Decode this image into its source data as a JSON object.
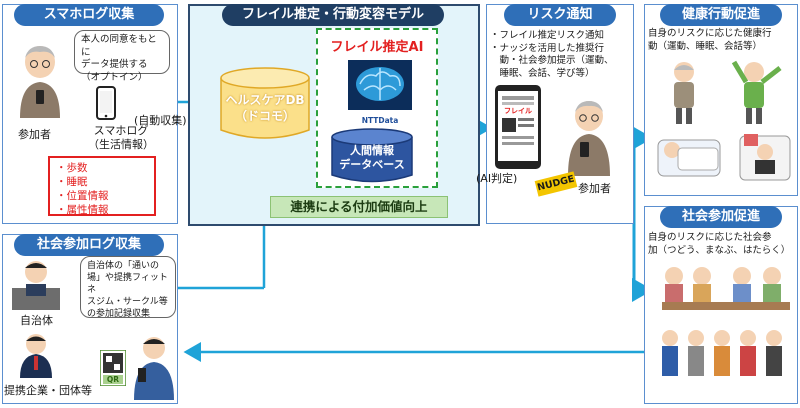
{
  "smartphone_log": {
    "title": "スマホログ収集",
    "consent_bubble": "本人の同意をもとに\nデータ提供する\n（オプトイン）",
    "participant_label": "参加者",
    "phone_label": "スマホログ\n（生活情報）",
    "data_items": [
      "・歩数",
      "・睡眠",
      "・位置情報",
      "・属性情報"
    ],
    "auto_collect_label": "(自動収集)"
  },
  "model": {
    "title": "フレイル推定・行動変容モデル",
    "healthcare_db_line1": "ヘルスケアDB",
    "healthcare_db_line2": "（ドコモ）",
    "ai_title": "フレイル推定AI",
    "nttdata_logo": "NTTData",
    "human_db_line1": "人間情報",
    "human_db_line2": "データベース",
    "value_banner": "連携による付加価値向上"
  },
  "risk": {
    "title": "リスク通知",
    "bullets": [
      "・フレイル推定リスク通知",
      "・ナッジを活用した推奨行",
      "　動・社会参加提示（運動、",
      "　睡眠、会話、学び等）"
    ],
    "phone_screen_label": "フレイル",
    "ai_judgement_label": "(AI判定)",
    "nudge_label": "NUDGE",
    "participant_label": "参加者"
  },
  "health_action": {
    "title": "健康行動促進",
    "description": "自身のリスクに応じた健康行\n動（運動、睡眠、会話等）"
  },
  "social_participation": {
    "title": "社会参加促進",
    "description": "自身のリスクに応じた社会参\n加（つどう、まなぶ、はたらく）"
  },
  "social_log": {
    "title": "社会参加ログ収集",
    "bubble": "自治体の「通いの\n場」や提携フィットネ\nスジム・サークル等\nの参加記録収集",
    "municipality_label": "自治体",
    "partner_label": "提携企業・団体等",
    "qr_label": "QR"
  },
  "colors": {
    "panel_border": "#5b8fcf",
    "title_pill": "#2f6fb8",
    "center_bg": "#e3f4fa",
    "arrow": "#1fa3d8",
    "red_box": "#e32020",
    "ai_dash": "#2aa03b"
  }
}
